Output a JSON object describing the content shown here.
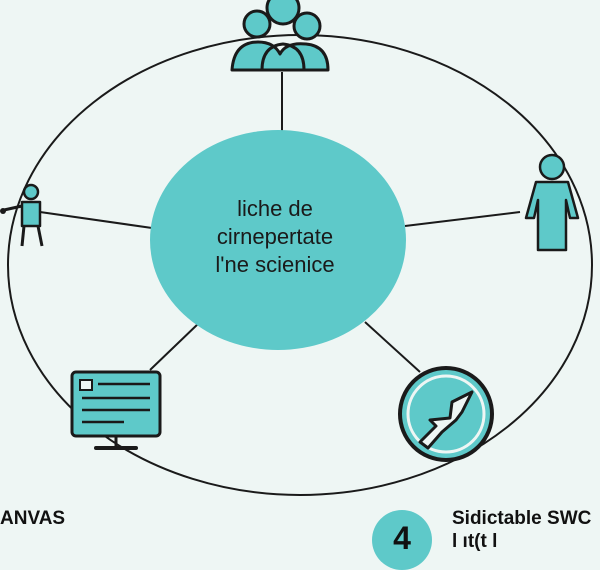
{
  "center": {
    "line1": "liche de",
    "line2": "cirnepertate",
    "line3": "l'ne scienice"
  },
  "bottom": {
    "left_label": "ANVAS",
    "badge_number": "4",
    "right_label": "Sidictable SWC",
    "right_sublabel": "l  ıt(t l"
  },
  "icons": [
    "group-icon",
    "person-pointing-icon",
    "person-icon",
    "monitor-icon",
    "arrow-badge-icon"
  ],
  "colors": {
    "background": "#eef6f4",
    "accent": "#5ec9c9",
    "stroke": "#1a1a1a"
  }
}
